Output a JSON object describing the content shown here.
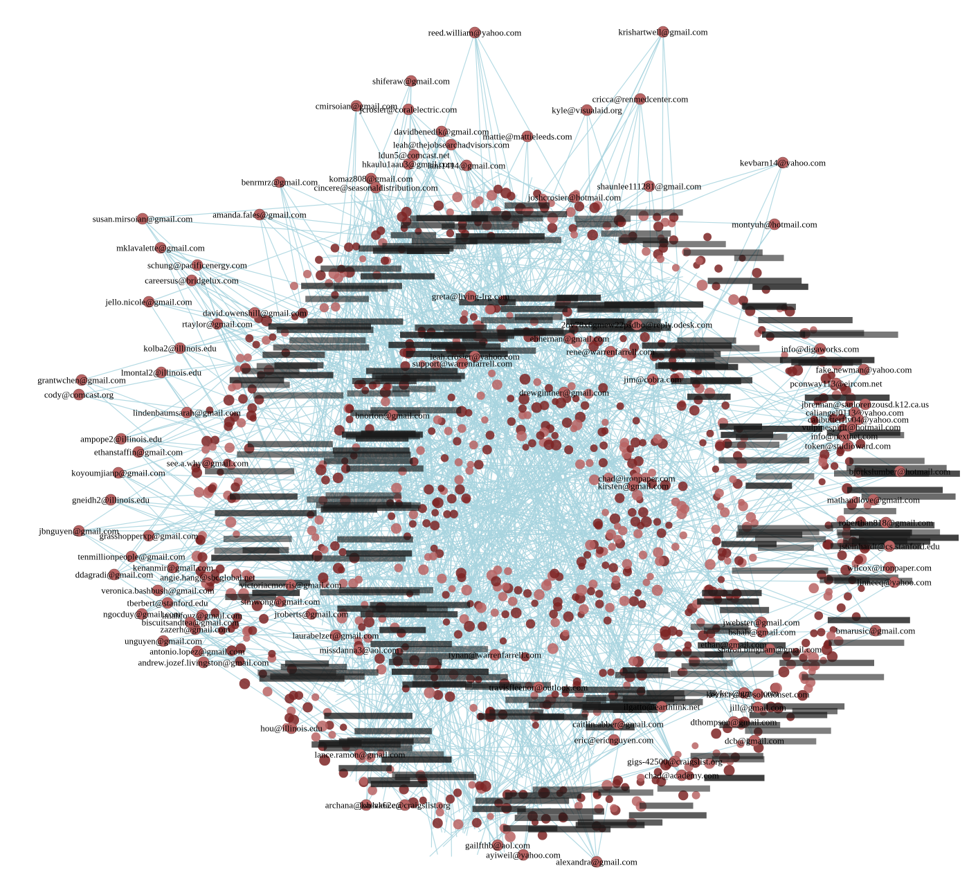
{
  "colors": {
    "edge": "#a8d4df",
    "node": "#b96464",
    "node_dark": "#7d2424",
    "label": "#000000",
    "background": "#ffffff"
  },
  "nodes": [
    {
      "id": "reed",
      "label": "reed.william@yahoo.com"
    },
    {
      "id": "krish",
      "label": "krishartwell@gmail.com"
    },
    {
      "id": "shiferaw",
      "label": "shiferaw@gmail.com"
    },
    {
      "id": "cmirsoian",
      "label": "cmirsoian@gmail.com"
    },
    {
      "id": "jcrosier",
      "label": "jcrosier@coralelectric.com"
    },
    {
      "id": "cricca",
      "label": "cricca@renmedcenter.com"
    },
    {
      "id": "kyle",
      "label": "kyle@visualaid.org"
    },
    {
      "id": "davidbenedik",
      "label": "davidbenedik@gmail.com"
    },
    {
      "id": "mattie",
      "label": "mattie@mattieleeds.com"
    },
    {
      "id": "leah",
      "label": "leah@thejobsearchadvisors.com"
    },
    {
      "id": "ldun5",
      "label": "ldun5@comcast.net"
    },
    {
      "id": "hkaulu",
      "label": "hkaulu1aau3@gmail.com"
    },
    {
      "id": "lani",
      "label": "lani1414@gmail.com"
    },
    {
      "id": "kevbarn",
      "label": "kevbarn14@yahoo.com"
    },
    {
      "id": "benrmrz",
      "label": "benrmrz@gmail.com"
    },
    {
      "id": "komaz",
      "label": "komaz808@gmail.com"
    },
    {
      "id": "cincere",
      "label": "cincere@seasonaldistribution.com"
    },
    {
      "id": "shaunlee",
      "label": "shaunlee111281@gmail.com"
    },
    {
      "id": "joshcrosier",
      "label": "joshcrosier@hotmail.com"
    },
    {
      "id": "amanda",
      "label": "amanda.fales@gmail.com"
    },
    {
      "id": "susan",
      "label": "susan.mirsoian@gmail.com"
    },
    {
      "id": "montyuh",
      "label": "montyuh@hotmail.com"
    },
    {
      "id": "mklavalette",
      "label": "mklavalette@gmail.com"
    },
    {
      "id": "schung",
      "label": "schung@pacificenergy.com"
    },
    {
      "id": "careersus",
      "label": "careersus@bridgelux.com"
    },
    {
      "id": "jello",
      "label": "jello.nicole@gmail.com"
    },
    {
      "id": "greta",
      "label": "greta@living-lrg.com"
    },
    {
      "id": "david_owen",
      "label": "david.owenshill@gmail.com"
    },
    {
      "id": "rtaylor",
      "label": "rtaylor@gmail.com"
    },
    {
      "id": "kolba2",
      "label": "kolba2@illinois.edu"
    },
    {
      "id": "twoov78",
      "label": "2ov78x6gmew22psdbo@reply.odesk.com"
    },
    {
      "id": "ehhernan",
      "label": "ehhernan@gmail.com"
    },
    {
      "id": "rene",
      "label": "rene@warrenfarrell.com"
    },
    {
      "id": "info_diga",
      "label": "info@digaworks.com"
    },
    {
      "id": "leah_crosier",
      "label": "leah.crosier@yahoo.com"
    },
    {
      "id": "support_warren",
      "label": "support@warrenfarrell.com"
    },
    {
      "id": "lmontal2",
      "label": "lmontal2@illinois.edu"
    },
    {
      "id": "grantwchen",
      "label": "grantwchen@gmail.com"
    },
    {
      "id": "cody",
      "label": "cody@comcast.org"
    },
    {
      "id": "fake_new",
      "label": "fake.newman@yahoo.com"
    },
    {
      "id": "pconway",
      "label": "pconway113@eircom.net"
    },
    {
      "id": "jim",
      "label": "jim@cobra.com"
    },
    {
      "id": "lindenbaum",
      "label": "lindenbaumsarah@gmail.com"
    },
    {
      "id": "drewginther",
      "label": "drewginther@gmail.com"
    },
    {
      "id": "brennan",
      "label": "jbrennan@sanlorenzousd.k12.ca.us"
    },
    {
      "id": "caliangel",
      "label": "caliangel0113@yahoo.com"
    },
    {
      "id": "bnorton",
      "label": "bnorton@gmail.com"
    },
    {
      "id": "ampope2",
      "label": "ampope2@illinois.edu"
    },
    {
      "id": "ethan_staffin",
      "label": "ethanstaffin@gmail.com"
    },
    {
      "id": "see_a_why",
      "label": "see.a.why@gmail.com"
    },
    {
      "id": "koyoumjian",
      "label": "koyoumjianp@gmail.com"
    },
    {
      "id": "chad_iron",
      "label": "chad@ironpaper.com"
    },
    {
      "id": "kirsten",
      "label": "kirsten@gmail.com"
    },
    {
      "id": "bjorkslumber",
      "label": "bjorkslumber@hotmail.com"
    },
    {
      "id": "gneidh2",
      "label": "gneidh2@illinois.edu"
    },
    {
      "id": "mathandlove",
      "label": "mathandlove@gmail.com"
    },
    {
      "id": "roberthan",
      "label": "roberthan818@gmail.com"
    },
    {
      "id": "jbnguyen",
      "label": "jbnguyen@gmail.com"
    },
    {
      "id": "grasshopper",
      "label": "grasshopperxp@gmail.com"
    },
    {
      "id": "jsteinhardt",
      "label": "jsteinhardt@cs.stanford.edu"
    },
    {
      "id": "tenmillion",
      "label": "tenmillionpeople@gmail.com"
    },
    {
      "id": "kenanmir",
      "label": "kenanmir@gmail.com"
    },
    {
      "id": "ddagradi",
      "label": "ddagradi@gmail.com"
    },
    {
      "id": "angie",
      "label": "angie.hang@sbcglobal.net"
    },
    {
      "id": "veronica",
      "label": "veronica.bashbush@gmail.com"
    },
    {
      "id": "tberbert",
      "label": "tberbert@stanford.edu"
    },
    {
      "id": "ngocduy",
      "label": "ngocduy@gmail.com"
    },
    {
      "id": "victoriacmor",
      "label": "victoriacmorris@gmail.com"
    },
    {
      "id": "stmwong",
      "label": "stmwong@gmail.com"
    },
    {
      "id": "jroberts",
      "label": "jroberts@gmail.com"
    },
    {
      "id": "wilcox",
      "label": "wilcox@ironpaper.com"
    },
    {
      "id": "linneeq",
      "label": "linneeq@yahoo.com"
    },
    {
      "id": "bmarusic",
      "label": "bmarusic@gmail.com"
    },
    {
      "id": "tynan",
      "label": "tynan@warrenfarrell.com"
    },
    {
      "id": "travis",
      "label": "travisfleenor@outlook.com"
    },
    {
      "id": "ilgatto",
      "label": "ilgatto@earthlink.net"
    },
    {
      "id": "caitlin",
      "label": "caitlin.abber@gmail.com"
    },
    {
      "id": "eric",
      "label": "eric@ericnguyen.com"
    },
    {
      "id": "hou",
      "label": "hou@illinois.edu"
    },
    {
      "id": "archana",
      "label": "archana@kadakia.com"
    },
    {
      "id": "gailfthb",
      "label": "gailfthb@aol.com"
    },
    {
      "id": "ayiweil",
      "label": "ayiweil@yahoo.com"
    },
    {
      "id": "alexandra",
      "label": "alexandra@gmail.com"
    },
    {
      "id": "missdanna",
      "label": "missdanna3@aol.com"
    },
    {
      "id": "laurabel",
      "label": "laurabelzer@gmail.com"
    },
    {
      "id": "antonio",
      "label": "antonio.lopez@gmail.com"
    },
    {
      "id": "andrew_jozef",
      "label": "andrew.jozef.livingston@gmail.com"
    },
    {
      "id": "lance",
      "label": "lance.ramon@gmail.com"
    },
    {
      "id": "job_va",
      "label": "job-va62e@craigslist.org"
    },
    {
      "id": "gigs_42",
      "label": "gigs-42500@craigslist.org"
    },
    {
      "id": "chad_acad",
      "label": "chad@academy.com"
    },
    {
      "id": "jill",
      "label": "jill@gmail.com"
    },
    {
      "id": "dthompson",
      "label": "dthompson@gmail.com"
    },
    {
      "id": "sharon",
      "label": "sharon.bingham@gmail.com"
    },
    {
      "id": "ethan_a",
      "label": "ethan@gmail.com"
    },
    {
      "id": "bshah",
      "label": "bshah@gmail.com"
    },
    {
      "id": "jwebster",
      "label": "jwebster@gmail.com"
    },
    {
      "id": "jsykes",
      "label": "jsykes@gmail.com"
    },
    {
      "id": "kevin_ryan",
      "label": "kevin.ryan@solutionset.com"
    },
    {
      "id": "dcb",
      "label": "dcb@gmail.com"
    },
    {
      "id": "calibutterfly",
      "label": "calibutterfly04@yahoo.com"
    },
    {
      "id": "vulpine",
      "label": "vulpinespirit@hotmail.com"
    },
    {
      "id": "token",
      "label": "token@studioward.com"
    },
    {
      "id": "info_nextnet",
      "label": "info@nextnet.com"
    },
    {
      "id": "zazerh",
      "label": "zazerh@gmail.com"
    },
    {
      "id": "unguyen",
      "label": "unguyen@gmail.com"
    },
    {
      "id": "lmahfouz",
      "label": "lmahfouz@gmail.com"
    },
    {
      "id": "biscuits",
      "label": "biscuitsandtea@gmail.com"
    }
  ]
}
